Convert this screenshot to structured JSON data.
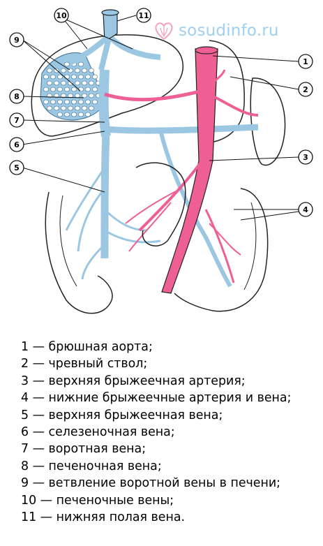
{
  "watermark": {
    "text": "sosudinfo.ru",
    "icon": "heart-vessels-logo-icon"
  },
  "colors": {
    "artery": "#ee5f93",
    "vein": "#9bc7e3",
    "outline": "#222222",
    "watermark": "#9ed0f0"
  },
  "callouts": [
    "1",
    "2",
    "3",
    "4",
    "5",
    "6",
    "7",
    "8",
    "9",
    "10",
    "11"
  ],
  "legend": [
    "1 — брюшная аорта;",
    "2 — чревный ствол;",
    "3 — верхняя брыжеечная артерия;",
    "4 — нижние брыжеечные артерия и вена;",
    "5 — верхняя брыжеечная вена;",
    "6 — селезеночная вена;",
    "7 — воротная вена;",
    "8 — печеночная вена;",
    "9 — ветвление воротной вены в печени;",
    "10 — печеночные вены;",
    "11 — нижняя полая вена."
  ]
}
